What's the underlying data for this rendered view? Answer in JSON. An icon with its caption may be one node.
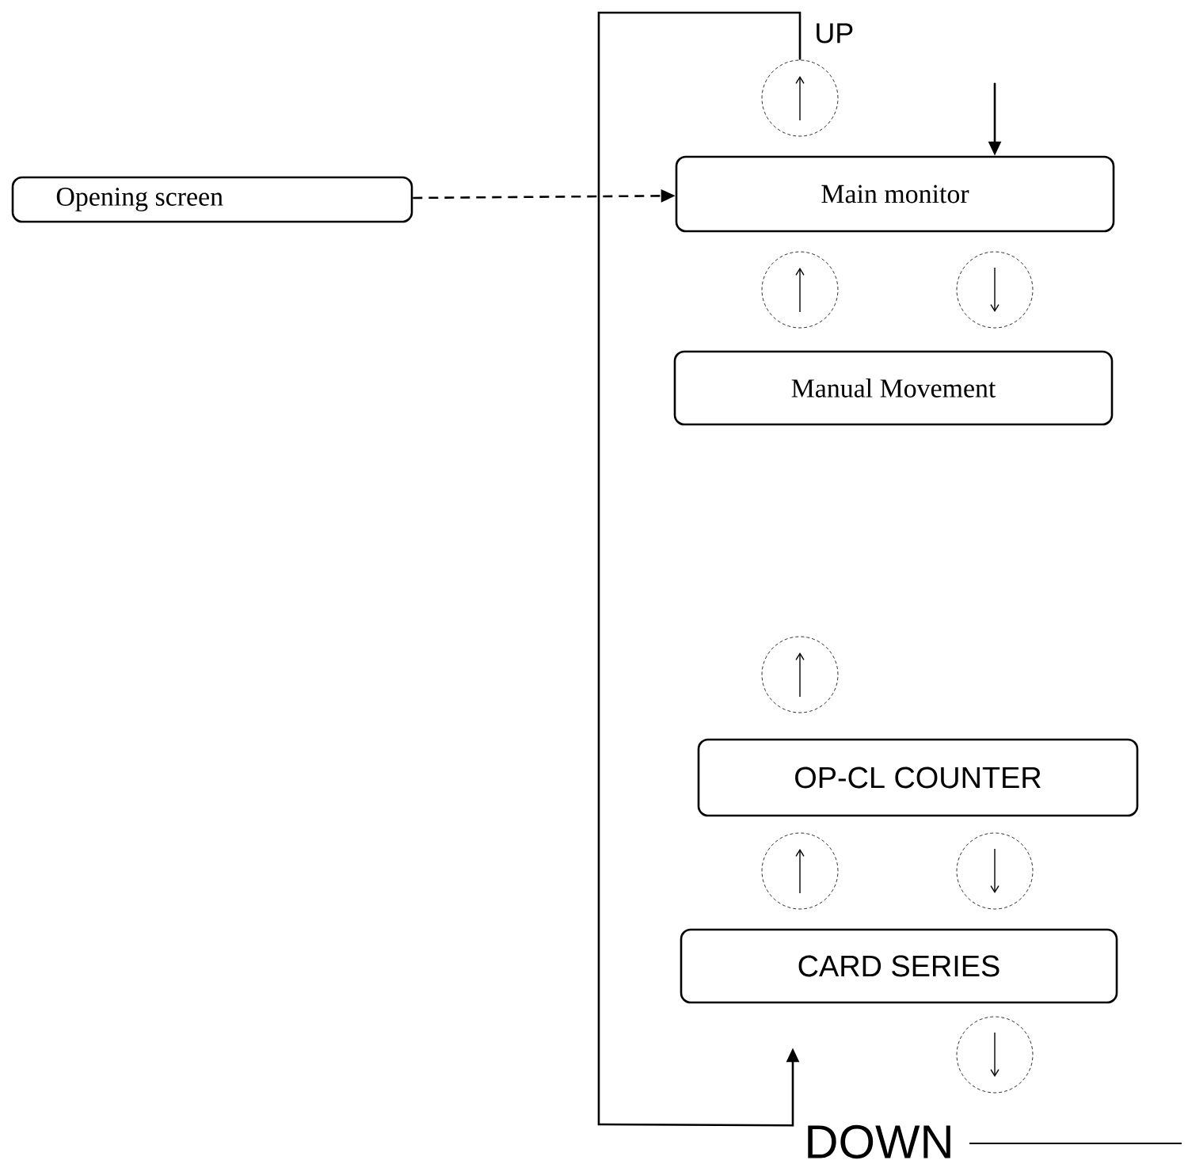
{
  "diagram": {
    "nodes": [
      {
        "text": [
          "Opening screen"
        ]
      },
      {
        "text": [
          "Main monitor"
        ]
      },
      {
        "text": [
          "Manual Movement"
        ]
      },
      {
        "text": [
          "OP-CL COUNTER"
        ]
      },
      {
        "text": [
          "CARD SERIES"
        ]
      },
      {
        "text": [],
        "shape": "circle"
      },
      {
        "text": [],
        "shape": "circle"
      },
      {
        "text": [],
        "shape": "circle"
      },
      {
        "text": [],
        "shape": "circle"
      },
      {
        "text": [],
        "shape": "circle"
      },
      {
        "text": [],
        "shape": "circle"
      },
      {
        "text": [],
        "shape": "circle"
      }
    ],
    "edges": [
      {
        "from": 0,
        "to": 1,
        "arrow": "to",
        "style": "dashed"
      },
      {
        "from": null,
        "to": 1,
        "arrow": "to"
      },
      {
        "from": 5,
        "to": 4,
        "arrow": "to"
      }
    ],
    "labels": [
      "UP",
      "DOWN"
    ]
  }
}
